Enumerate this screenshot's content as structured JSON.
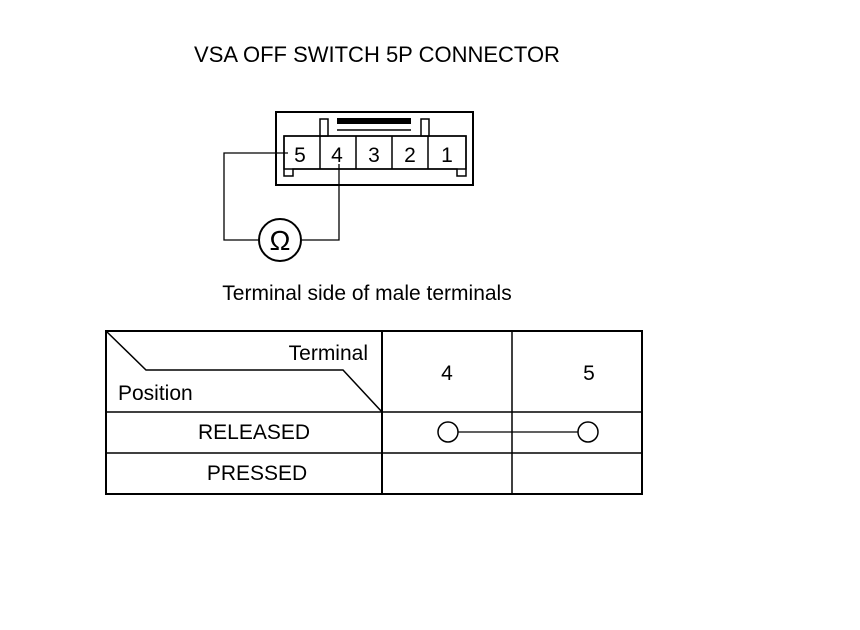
{
  "diagram": {
    "title": "VSA OFF SWITCH 5P CONNECTOR",
    "caption": "Terminal side of male terminals",
    "connector": {
      "pins": [
        "5",
        "4",
        "3",
        "2",
        "1"
      ]
    },
    "meter": {
      "symbol": "Ω",
      "icon": "ohmmeter-icon"
    },
    "table": {
      "header_terminal": "Terminal",
      "header_position": "Position",
      "terminal_columns": [
        "4",
        "5"
      ],
      "rows": [
        {
          "position": "RELEASED",
          "continuity": true
        },
        {
          "position": "PRESSED",
          "continuity": false
        }
      ]
    }
  }
}
